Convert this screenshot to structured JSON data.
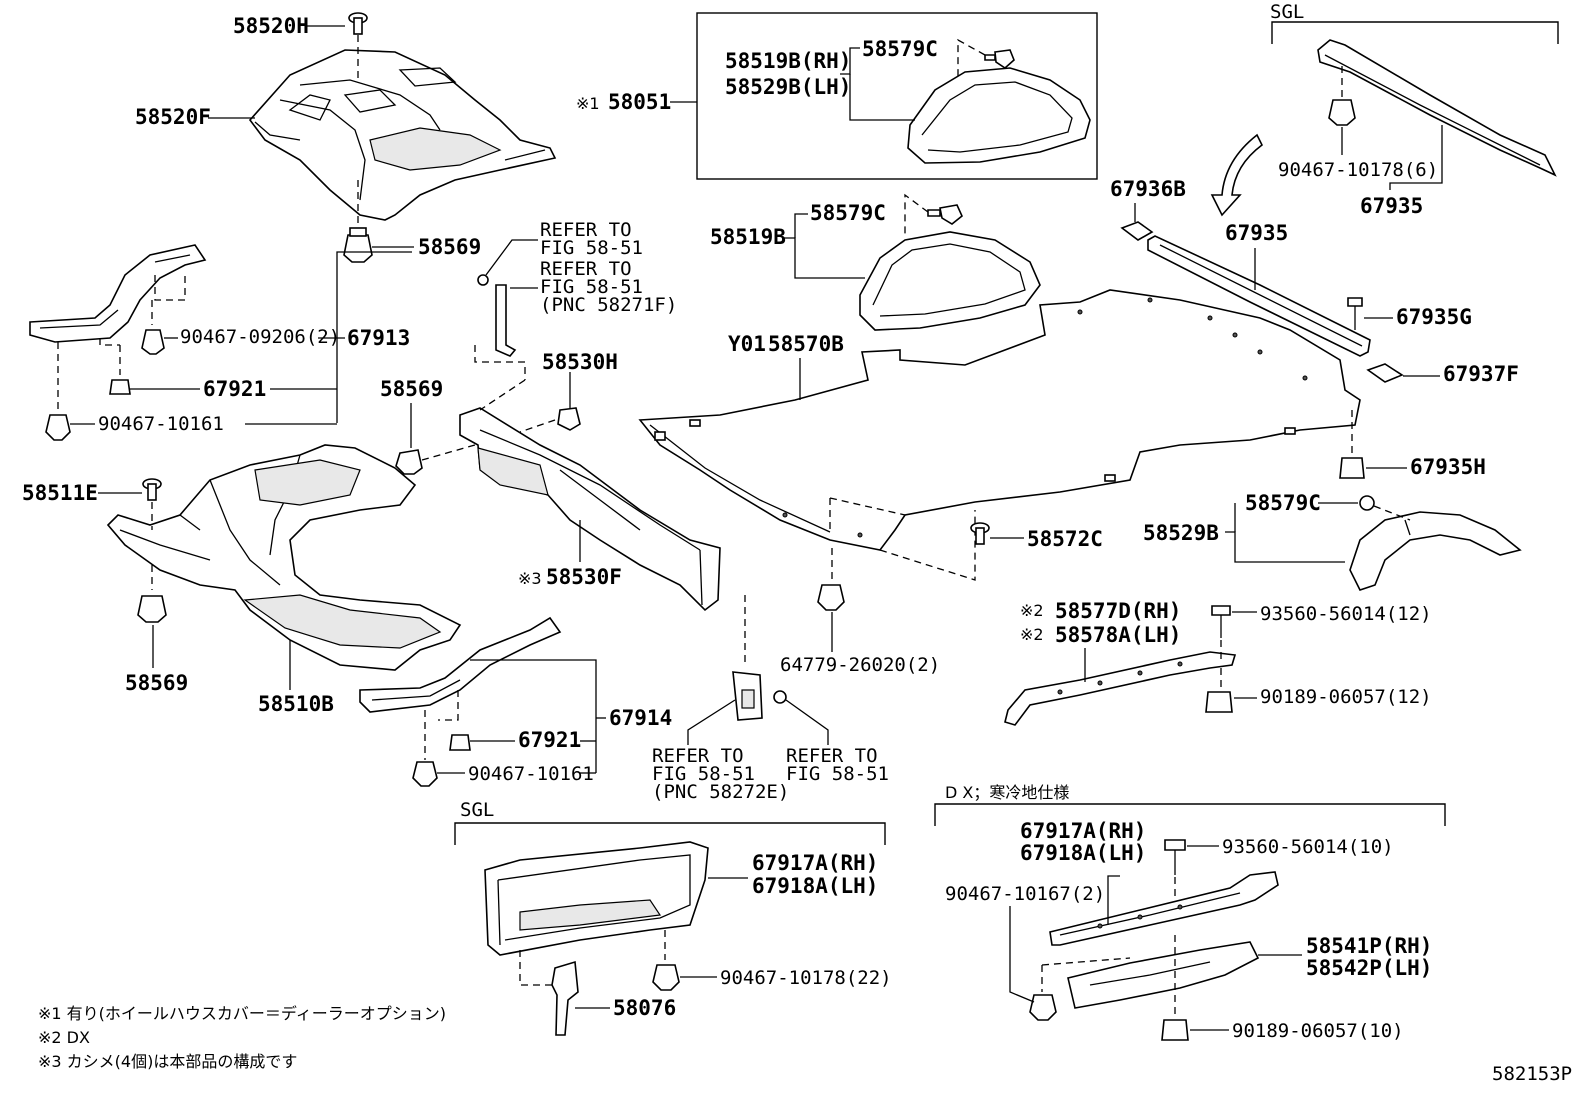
{
  "labels": {
    "p58520H": "58520H",
    "p58520F": "58520F",
    "p58569a": "58569",
    "p67913": "67913",
    "p90467_09206": "90467-09206(2)",
    "p67921a": "67921",
    "p90467_10161a": "90467-10161",
    "p58511E": "58511E",
    "p58569b": "58569",
    "p58569c": "58569",
    "p58510B": "58510B",
    "p67914": "67914",
    "p67921b": "67921",
    "p90467_10161b": "90467-10161",
    "refer1a": "REFER TO",
    "refer1b": "FIG 58-51",
    "refer2a": "REFER TO",
    "refer2b": "FIG 58-51",
    "refer2c": "(PNC 58271F)",
    "p58530H": "58530H",
    "p58530F": "58530F",
    "mark3": "※3",
    "refer3a": "REFER TO",
    "refer3b": "FIG 58-51",
    "refer3c": "(PNC 58272E)",
    "refer4a": "REFER TO",
    "refer4b": "FIG 58-51",
    "mark1": "※1",
    "p58051": "58051",
    "p58519B_RH": "58519B(RH)",
    "p58529B_LH": "58529B(LH)",
    "p58579C_a": "58579C",
    "p58519B": "58519B",
    "p58579C_b": "58579C",
    "y01": "Y01",
    "p58570B": "58570B",
    "p58572C": "58572C",
    "p64779": "64779-26020(2)",
    "sgl_top": "SGL",
    "p90467_10178_6": "90467-10178(6)",
    "p67935a": "67935",
    "p67936B": "67936B",
    "p67935b": "67935",
    "p67935G": "67935G",
    "p67937F": "67937F",
    "p67935H": "67935H",
    "p58579C_c": "58579C",
    "p58529B": "58529B",
    "mark2a": "※2",
    "p58577D": "58577D(RH)",
    "mark2b": "※2",
    "p58578A": "58578A(LH)",
    "p93560_12": "93560-56014(12)",
    "p90189_12": "90189-06057(12)",
    "sgl_bottom": "SGL",
    "p67917A_a": "67917A(RH)",
    "p67918A_a": "67918A(LH)",
    "p90467_10178_22": "90467-10178(22)",
    "p58076": "58076",
    "dx_title": "D X；寒冷地仕様",
    "p67917A_b": "67917A(RH)",
    "p67918A_b": "67918A(LH)",
    "p93560_10": "93560-56014(10)",
    "p90467_10167": "90467-10167(2)",
    "p58541P": "58541P(RH)",
    "p58542P": "58542P(LH)",
    "p90189_10": "90189-06057(10)",
    "footnote1": "※1 有り(ホイールハウスカバー＝ディーラーオプション)",
    "footnote2": "※2 DX",
    "footnote3": "※3 カシメ(4個)は本部品の構成です",
    "code": "582153P"
  }
}
